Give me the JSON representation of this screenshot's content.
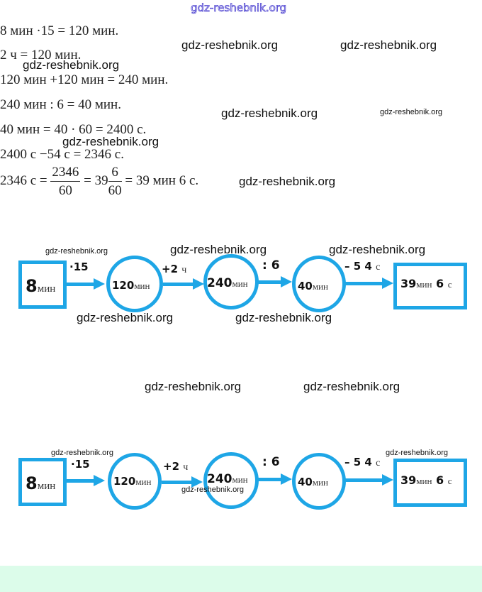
{
  "header": {
    "site_logo": "gdz-reshebnik.org"
  },
  "solution": {
    "lines": [
      "8 мин ·15 = 120 мин.",
      "2 ч = 120 мин.",
      "120 мин +120 мин = 240 мин.",
      "240 мин : 6 = 40 мин.",
      "40 мин = 40 · 60 = 2400 с.",
      "2400 с −54 с = 2346 с."
    ],
    "last_line": {
      "lhs": "2346 с =",
      "frac1_num": "2346",
      "frac1_den": "60",
      "eq2": "= 39",
      "frac2_num": "6",
      "frac2_den": "60",
      "rhs": "= 39 мин 6 с."
    }
  },
  "diagrams": [
    {
      "nodes": [
        {
          "value": "8",
          "unit": "мин"
        },
        {
          "value": "120",
          "unit": "мин"
        },
        {
          "value": "240",
          "unit": "мин"
        },
        {
          "value": "40",
          "unit": "мин"
        },
        {
          "value": "39",
          "unit": "мин",
          "value2": "6",
          "unit2": "с"
        }
      ],
      "operations": [
        {
          "text": "·15",
          "unit": ""
        },
        {
          "text": "+2",
          "unit": "ч"
        },
        {
          "text": ": 6",
          "unit": ""
        },
        {
          "text": "– 5 4",
          "unit": "с"
        }
      ]
    },
    {
      "nodes": [
        {
          "value": "8",
          "unit": "мин"
        },
        {
          "value": "120",
          "unit": "мин"
        },
        {
          "value": "240",
          "unit": "мин"
        },
        {
          "value": "40",
          "unit": "мин"
        },
        {
          "value": "39",
          "unit": "мин",
          "value2": "6",
          "unit2": "с"
        }
      ],
      "operations": [
        {
          "text": "·15",
          "unit": ""
        },
        {
          "text": "+2",
          "unit": "ч"
        },
        {
          "text": ": 6",
          "unit": ""
        },
        {
          "text": "– 5 4",
          "unit": "с"
        }
      ]
    }
  ],
  "watermarks": [
    "gdz-reshebnik.org",
    "gdz-reshebnik.org",
    "gdz-reshebnik.org",
    "gdz-reshebnik.org",
    "gdz-reshebnik.org",
    "gdz-reshebnik.org",
    "gdz-reshebnik.org",
    "gdz-reshebnik.org",
    "gdz-reshebnik.org",
    "gdz-reshebnik.org",
    "gdz-reshebnik.org",
    "gdz-reshebnik.org",
    "gdz-reshebnik.org",
    "gdz-reshebnik.org",
    "gdz-reshebnik.org",
    "gdz-reshebnik.org",
    "gdz-reshebnik.org"
  ],
  "colors": {
    "accent": "#1ea6e6",
    "footer": "#dcfcea",
    "logo": "#4a3fd0"
  }
}
